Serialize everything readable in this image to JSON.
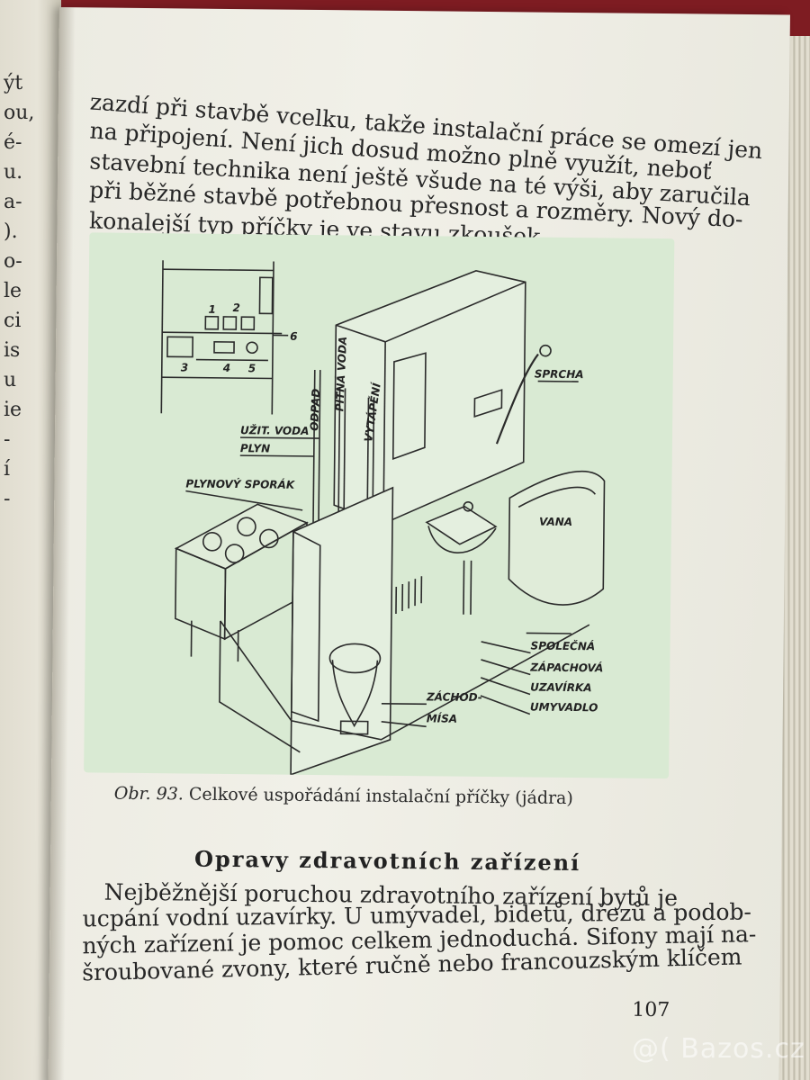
{
  "left_page_fragments": [
    "ýt",
    "ou,",
    "é-",
    "u.",
    "a-",
    ").",
    "o-",
    "le",
    "ci",
    "is",
    "u",
    "ie",
    "-",
    "í",
    "-"
  ],
  "body_lines_top": [
    "zazdí při stavbě vcelku, takže instalační práce se omezí jen",
    "na připojení. Není jich dosud možno plně využít, neboť",
    "stavební technika není ještě všude na té výši, aby zaručila",
    "při běžné stavbě potřebnou přesnost a rozměry. Nový do-",
    "konalejší typ příčky je ve stavu zkoušek."
  ],
  "figure": {
    "plan_numbers": [
      "1",
      "2",
      "3",
      "4",
      "5",
      "6"
    ],
    "labels": {
      "odpad": "ODPAD",
      "pitna_voda": "PITNÁ VODA",
      "vytapeni": "VYTÁPĚNÍ",
      "uzit_voda": "UŽIT. VODA",
      "plyn": "PLYN",
      "plynovy_sporak": "PLYNOVÝ SPORÁK",
      "sprcha": "SPRCHA",
      "vana": "VANA",
      "spolecna": "SPOLEČNÁ",
      "zapachova": "ZÁPACHOVÁ",
      "uzavirka": "UZAVÍRKA",
      "umyvadlo": "UMYVADLO",
      "zachod": "ZÁCHOD-",
      "misa": "MÍSA"
    }
  },
  "caption": {
    "prefix": "Obr. 93.",
    "text": " Celkové uspořádání instalační příčky (jádra)"
  },
  "heading": "Opravy zdravotních zařízení",
  "body_lines_bottom": [
    "Nejběžnější poruchou zdravotního zařízení bytů je",
    "ucpání vodní uzavírky. U umývadel, bidetů, dřezů a podob-",
    "ných zařízení je pomoc celkem jednoduchá. Sifony mají na-",
    "šroubované zvony, které ručně nebo francouzským klíčem"
  ],
  "page_number": "107",
  "watermark": "@( Bazos.cz"
}
